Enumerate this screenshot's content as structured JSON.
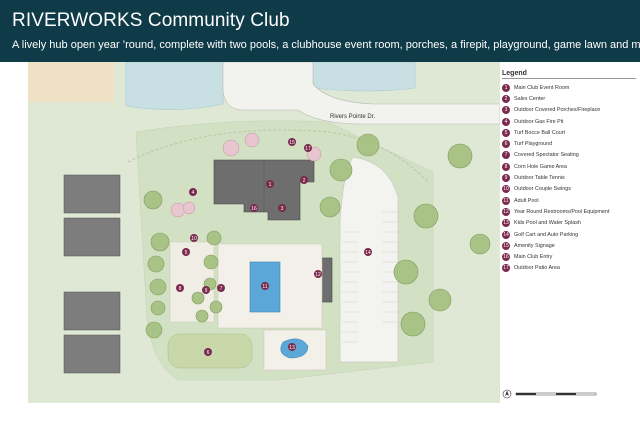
{
  "header": {
    "title": "RIVERWORKS Community Club",
    "subtitle": "A lively hub open year ’round, complete with two pools, a clubhouse event room, porches, a firepit, playground, game lawn and more."
  },
  "map": {
    "road_label": "Rivers Pointe Dr.",
    "colors": {
      "header_bg": "#0f3a47",
      "marker": "#7b2a4e",
      "grass": "#dfe8d4",
      "pool": "#5ba8d8",
      "pond": "#c8e0e4",
      "building_roof": "#6e6e6e"
    },
    "markers": [
      "1",
      "2",
      "3",
      "4",
      "5",
      "6",
      "7",
      "8",
      "9",
      "10",
      "11",
      "12",
      "13",
      "14",
      "15",
      "16",
      "17"
    ]
  },
  "legend": {
    "title": "Legend",
    "items": [
      {
        "num": "1",
        "label": "Main Club Event Room"
      },
      {
        "num": "2",
        "label": "Sales Center"
      },
      {
        "num": "3",
        "label": "Outdoor Covered Porches/Fireplace"
      },
      {
        "num": "4",
        "label": "Outdoor Gas Fire Pit"
      },
      {
        "num": "5",
        "label": "Turf Bocce Ball Court"
      },
      {
        "num": "6",
        "label": "Turf Playground"
      },
      {
        "num": "7",
        "label": "Covered Spectator Seating"
      },
      {
        "num": "8",
        "label": "Corn Hole Game Area"
      },
      {
        "num": "9",
        "label": "Outdoor Table Tennis"
      },
      {
        "num": "10",
        "label": "Outdoor Couple Swings"
      },
      {
        "num": "11",
        "label": "Adult Pool"
      },
      {
        "num": "12",
        "label": "Year Round Restrooms/Pool Equipment"
      },
      {
        "num": "13",
        "label": "Kids Pool and Water Splash"
      },
      {
        "num": "14",
        "label": "Golf Cart and Auto Parking"
      },
      {
        "num": "15",
        "label": "Amenity Signage"
      },
      {
        "num": "16",
        "label": "Main Club Entry"
      },
      {
        "num": "17",
        "label": "Outdoor Patio Area"
      }
    ]
  }
}
